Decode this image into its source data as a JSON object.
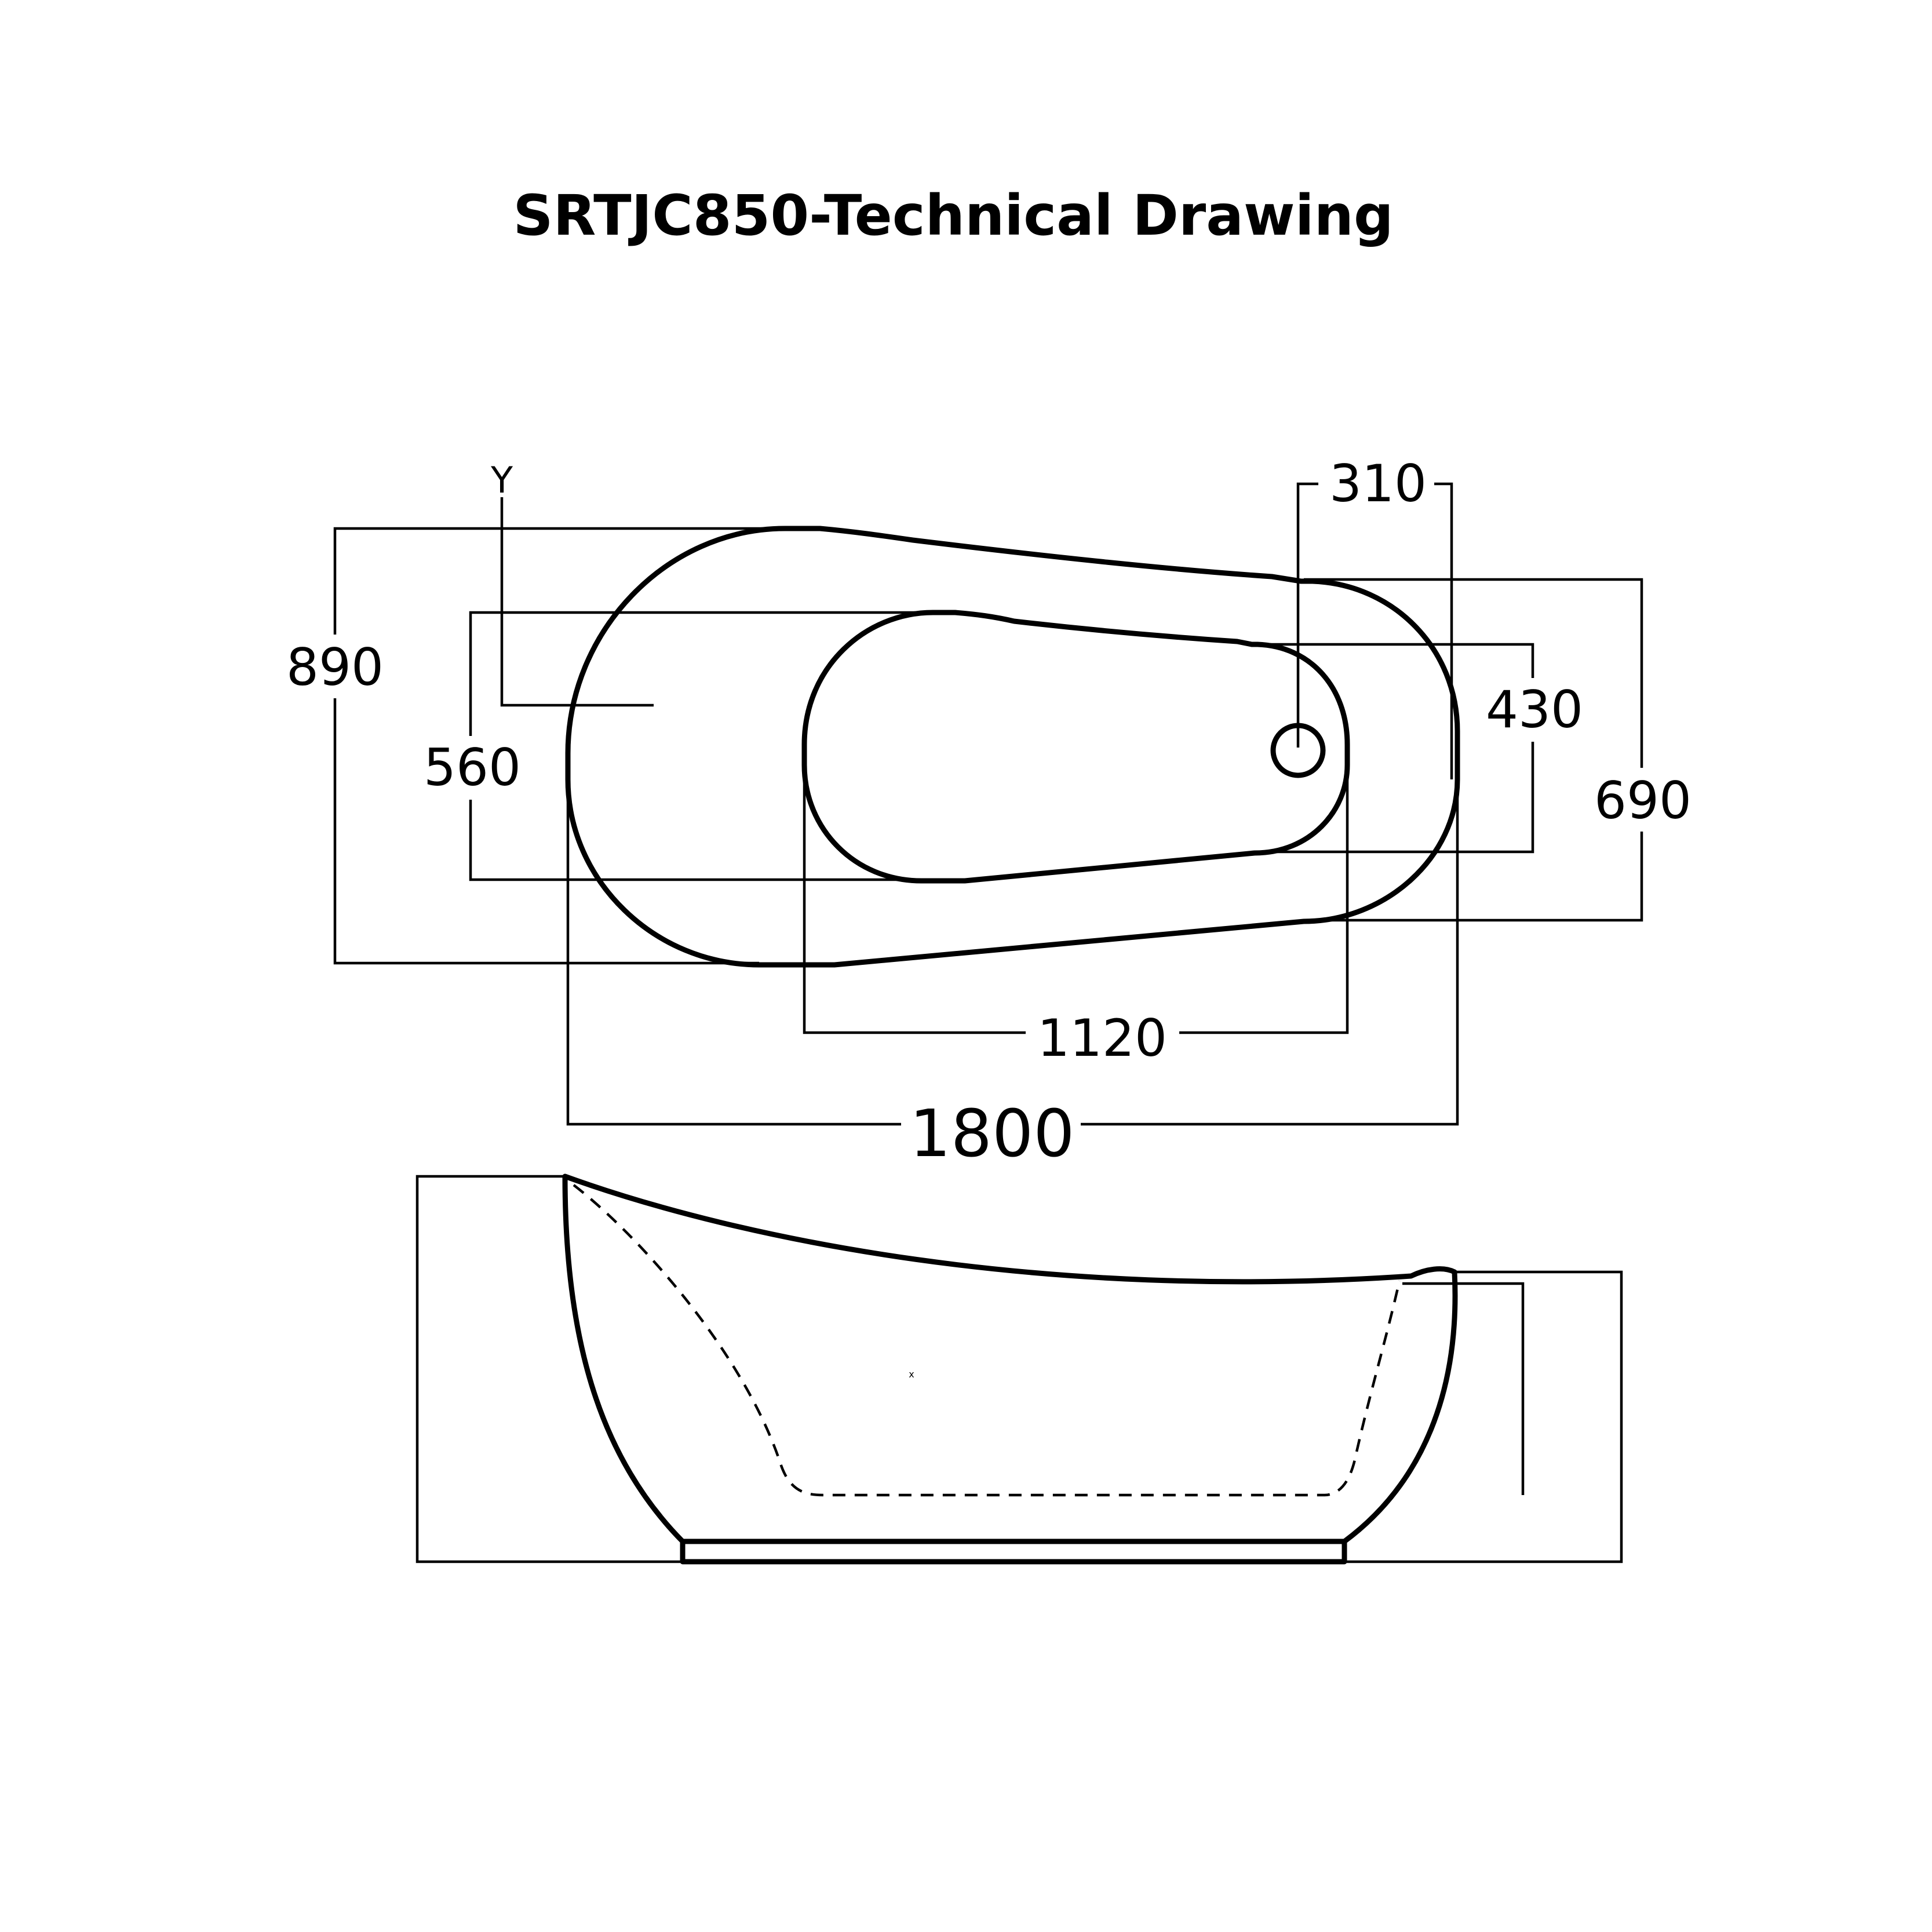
{
  "title": "SRTJC850-Technical Drawing",
  "axis_label": "Y",
  "small_mark": "x",
  "dimensions": {
    "overall_length": "1800",
    "inner_length": "1120",
    "overall_width_head": "890",
    "inner_width_head": "560",
    "overall_width_foot": "690",
    "inner_width_foot": "430",
    "drain_offset": "310"
  },
  "colors": {
    "line": "#000000",
    "background": "#ffffff"
  }
}
